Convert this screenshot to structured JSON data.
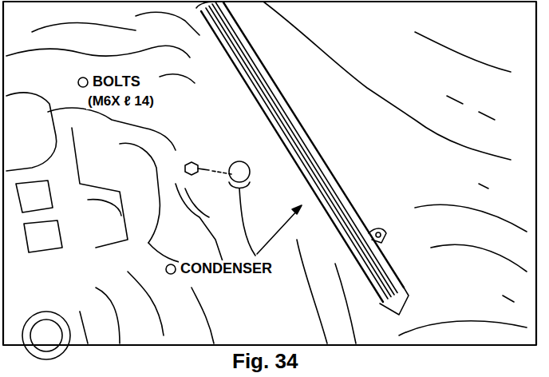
{
  "diagram": {
    "caption": "Fig. 34",
    "labels": [
      "BOLTS",
      "(M6X ℓ 14)",
      "CONDENSER"
    ]
  }
}
